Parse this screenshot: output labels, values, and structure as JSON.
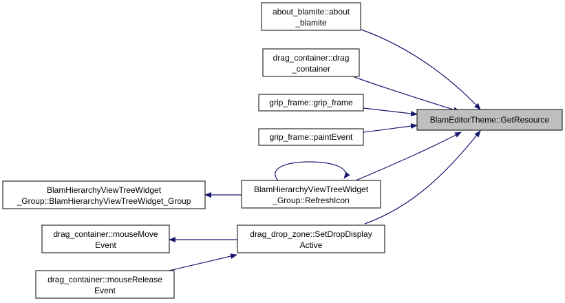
{
  "colors": {
    "edge": "#191970",
    "node_fill": "#ffffff",
    "focus_fill": "#bfbfbf",
    "border": "#000000"
  },
  "nodes": {
    "get_resource": {
      "lines": [
        "BlamEditorTheme::GetResource"
      ]
    },
    "about_blamite": {
      "lines": [
        "about_blamite::about",
        "_blamite"
      ]
    },
    "drag_container_ctor": {
      "lines": [
        "drag_container::drag",
        "_container"
      ]
    },
    "grip_frame_ctor": {
      "lines": [
        "grip_frame::grip_frame"
      ]
    },
    "grip_frame_paint": {
      "lines": [
        "grip_frame::paintEvent"
      ]
    },
    "hierarchy_ctor": {
      "lines": [
        "BlamHierarchyViewTreeWidget",
        "_Group::BlamHierarchyViewTreeWidget_Group"
      ]
    },
    "refresh_icon": {
      "lines": [
        "BlamHierarchyViewTreeWidget",
        "_Group::RefreshIcon"
      ]
    },
    "set_drop_display": {
      "lines": [
        "drag_drop_zone::SetDropDisplay",
        "Active"
      ]
    },
    "mouse_move": {
      "lines": [
        "drag_container::mouseMove",
        "Event"
      ]
    },
    "mouse_release": {
      "lines": [
        "drag_container::mouseRelease",
        "Event"
      ]
    }
  }
}
